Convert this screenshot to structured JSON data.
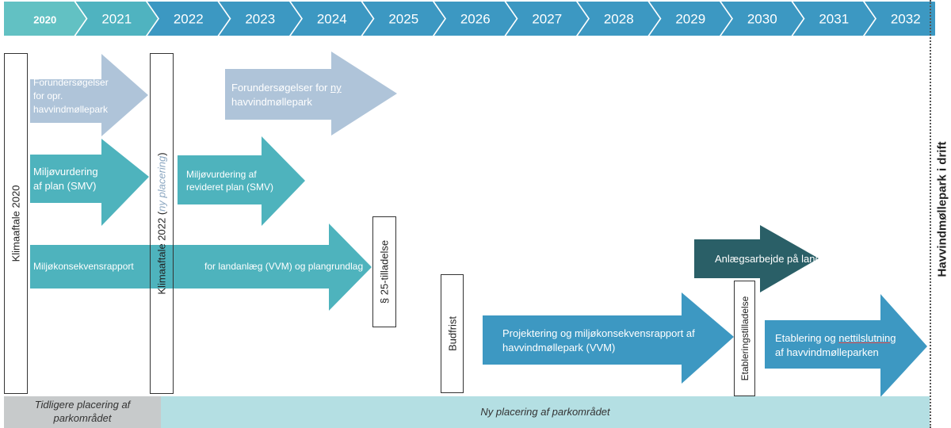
{
  "timeline": {
    "years": [
      "2020",
      "2021",
      "2022",
      "2023",
      "2024",
      "2025",
      "2026",
      "2027",
      "2028",
      "2029",
      "2030",
      "2031",
      "2032"
    ],
    "colors": [
      "#62c1c3",
      "#4fb3c0",
      "#3c98c2",
      "#3c98c2",
      "#3c98c2",
      "#3c98c2",
      "#3c98c2",
      "#3c98c2",
      "#3c98c2",
      "#3c98c2",
      "#3c98c2",
      "#3c98c2",
      "#3c98c2"
    ]
  },
  "arrows": {
    "forundersoegelser_opr": "Forundersøgelser for opr. havvindmøllepark",
    "forundersoegelser_ny_prefix": "Forundersøgelser for ",
    "forundersoegelser_ny_underlined": "ny",
    "forundersoegelser_ny_suffix": "havvindmøllepark",
    "miljoevurdering_plan": "Miljøvurdering af plan (SMV)",
    "miljoevurdering_revideret": "Miljøvurdering af revideret plan (SMV)",
    "miljoekonsekvens_left": "Miljøkonsekvensrapport",
    "miljoekonsekvens_right": "for landanlæg (VVM) og plangrundlag",
    "anlaegsarbejde": "Anlægsarbejde på land",
    "projektering": "Projektering og miljøkonsekvensrapport af havvindmøllepark (VVM)",
    "etablering_prefix": "Etablering og ",
    "etablering_underlined": "nettilslutning",
    "etablering_suffix": "af havvindmølleparken"
  },
  "milestones": {
    "klimaaftale_2020": "Klimaaftale 2020",
    "klimaaftale_2022_prefix": "Klimaaftale 2022 (",
    "klimaaftale_2022_italic": "ny placering",
    "klimaaftale_2022_suffix": ")",
    "tilladelse_25": "§ 25-tilladelse",
    "budfrist": "Budfrist",
    "etableringstilladelse": "Etableringstilladelse"
  },
  "bands": {
    "tidligere": "Tidligere placering af parkområdet",
    "ny": "Ny placering af parkområdet"
  },
  "final_label": "Havvindmøllepark i drift",
  "colors": {
    "light_blue": "#afc4d9",
    "teal": "#4eb3bd",
    "blue": "#3d98c2",
    "dark_teal": "#2a5f67",
    "band_grey": "#c7cacb",
    "band_teal": "#b4dfe3"
  }
}
